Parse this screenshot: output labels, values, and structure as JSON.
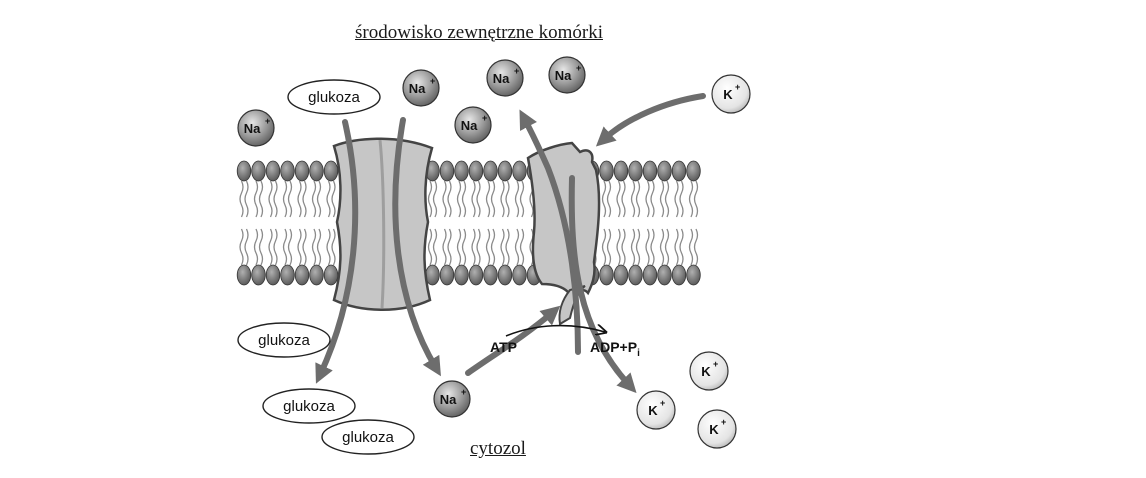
{
  "labels": {
    "extracellular": "środowisko zewnętrzne komórki",
    "cytosol": "cytozol",
    "atp": "ATP",
    "adp_main": "ADP+P",
    "adp_sub": "i"
  },
  "ions": {
    "na": "Na",
    "k": "K",
    "charge": "+"
  },
  "glucose": "glukoza",
  "colors": {
    "protein": "#c4c4c4",
    "protein_edge": "#555555",
    "head": "#7a7a7a",
    "arrow": "#6d6d6d",
    "ion_fill": "#9a9a9a",
    "ion_k_fill": "#dcdcdc"
  }
}
